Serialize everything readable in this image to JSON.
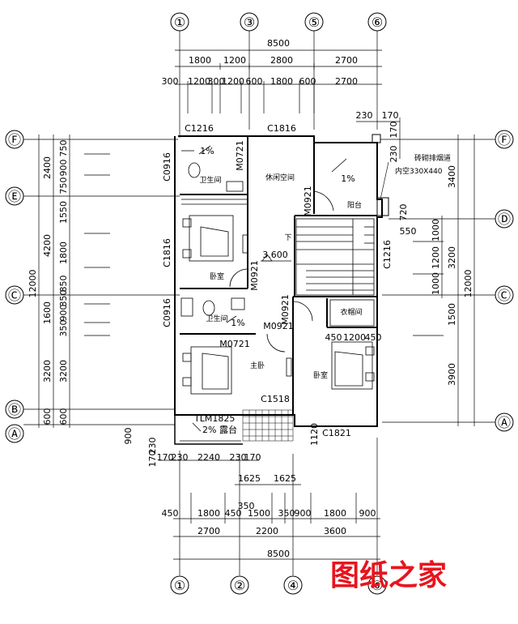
{
  "axes_top": [
    "①",
    "③",
    "⑤",
    "⑥"
  ],
  "axes_bottom": [
    "①",
    "②",
    "④",
    "⑥"
  ],
  "axes_left": [
    "Ⓕ",
    "Ⓔ",
    "Ⓒ",
    "Ⓑ",
    "Ⓐ"
  ],
  "axes_right": [
    "Ⓕ",
    "Ⓓ",
    "Ⓒ",
    "Ⓐ"
  ],
  "dims_top": {
    "total": "8500",
    "row1": [
      "1800",
      "1200",
      "2800",
      "2700"
    ],
    "row2": [
      "300",
      "1200",
      "300",
      "1200",
      "600",
      "1800",
      "600",
      "2700"
    ]
  },
  "dims_bottom": {
    "row1": [
      "1625",
      "1625"
    ],
    "extra": "350",
    "row2": [
      "450",
      "1800",
      "450",
      "1500",
      "350",
      "900",
      "1800",
      "900"
    ],
    "row3": [
      "2700",
      "2200",
      "3600"
    ],
    "total": "8500",
    "slab": [
      "170",
      "230",
      "2240",
      "230",
      "170"
    ]
  },
  "dims_left": {
    "total": "12000",
    "row1": [
      "2400",
      "4200",
      "1600",
      "3200",
      "600"
    ],
    "row2": [
      "750",
      "900",
      "750",
      "1550",
      "1800",
      "850",
      "350",
      "900",
      "350",
      "3200",
      "600"
    ]
  },
  "dims_right": {
    "total": "12000",
    "row1": [
      "3400",
      "3200",
      "1500",
      "3900"
    ],
    "row2": [
      "1000",
      "1200",
      "1000"
    ],
    "misc": [
      "720",
      "550",
      "230",
      "170"
    ]
  },
  "misc_dims": [
    "900",
    "230",
    "170",
    "1120",
    "450",
    "1200",
    "450"
  ],
  "windows": [
    "C1216",
    "C1816",
    "C0916",
    "C1816",
    "C0916",
    "C1518",
    "C1216",
    "C1821"
  ],
  "doors": [
    "M0721",
    "M0921",
    "M0921",
    "M0921",
    "M0721"
  ],
  "rooms": {
    "bath1": "卫生间",
    "leisure": "休闲空间",
    "balcony": "阳台",
    "bedroom": "卧室",
    "bath2": "卫生间",
    "master": "主卧",
    "closet": "衣帽间",
    "bedroom2": "卧室"
  },
  "annotations": {
    "slope_a": "1%",
    "slope_b": "1%",
    "slope_c": "1%",
    "elevation": "3.600",
    "down": "下",
    "tlm": "TLM1825",
    "terrace": "2% 露台",
    "flue_line1": "砖砌排烟道",
    "flue_line2": "内空330X440"
  },
  "watermark": "图纸之家"
}
